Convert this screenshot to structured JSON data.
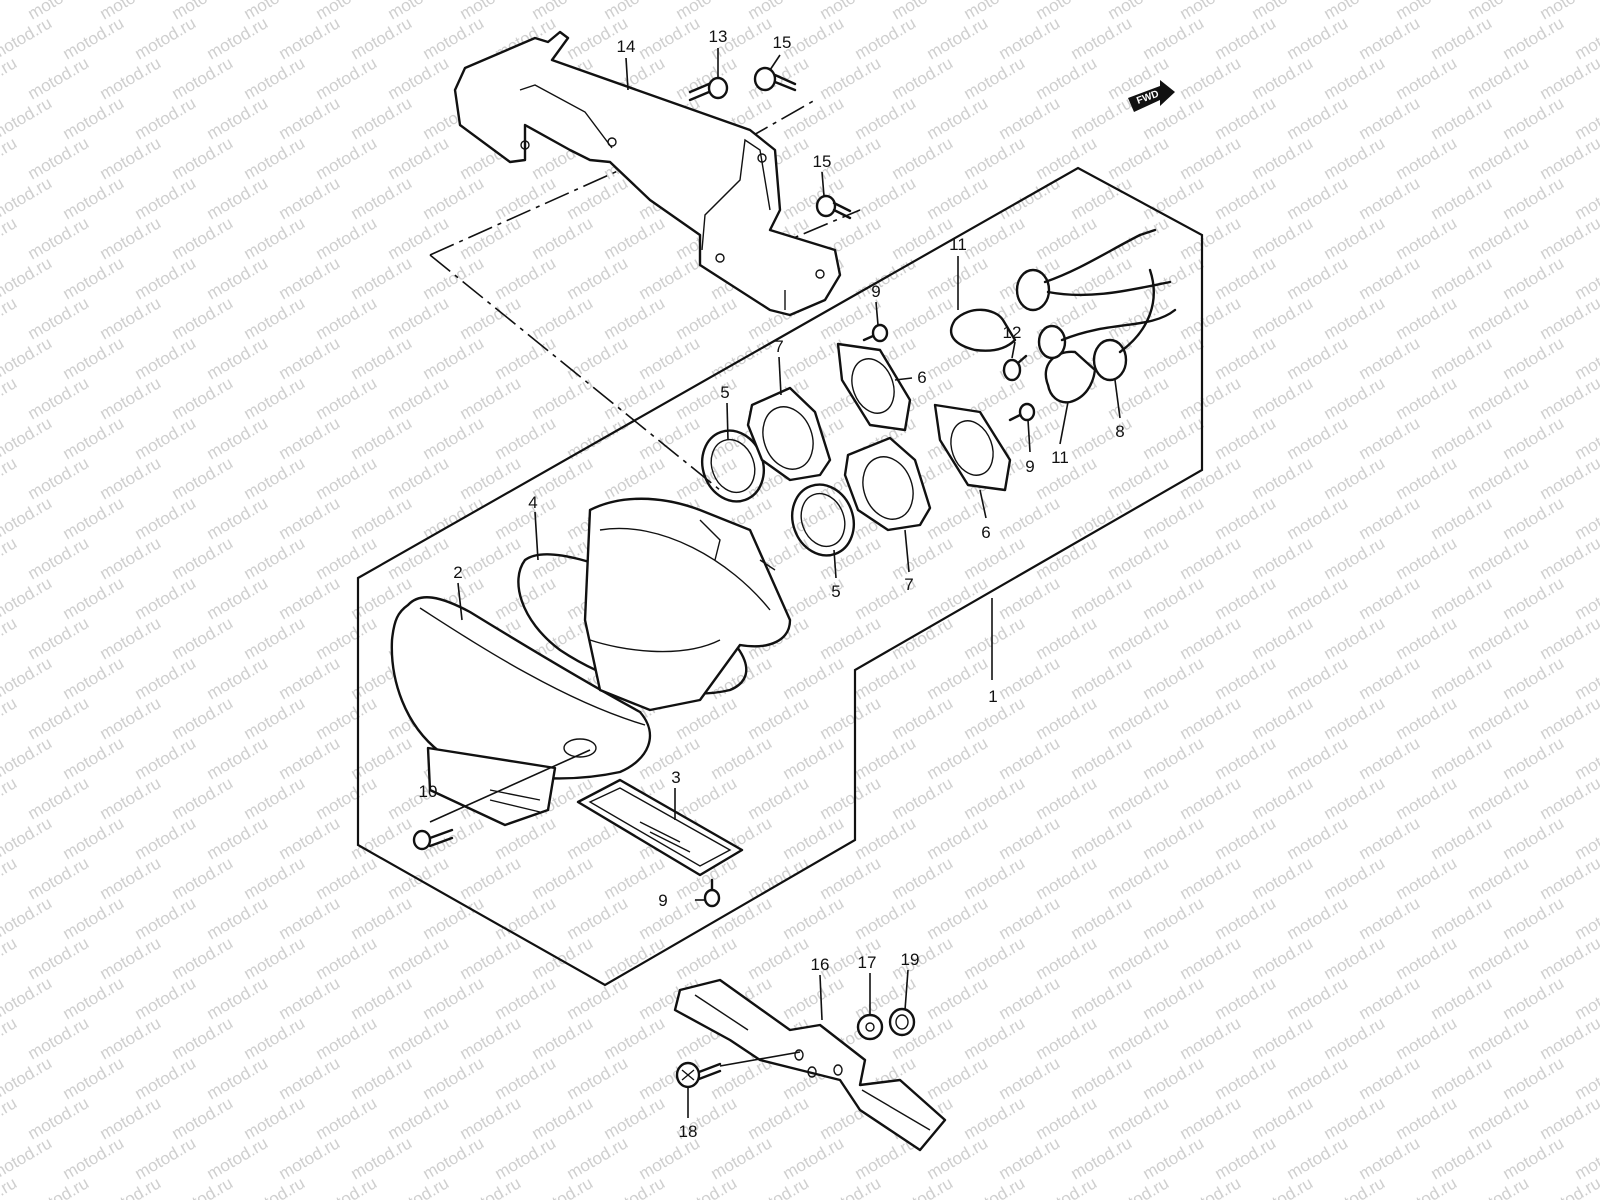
{
  "watermark": "motod.ru",
  "fwd_label": "FWD",
  "callouts": {
    "c1": "1",
    "c2": "2",
    "c3": "3",
    "c4": "4",
    "c5a": "5",
    "c5b": "5",
    "c6a": "6",
    "c6b": "6",
    "c7a": "7",
    "c7b": "7",
    "c8": "8",
    "c9a": "9",
    "c9b": "9",
    "c9c": "9",
    "c10": "10",
    "c11a": "11",
    "c11b": "11",
    "c12": "12",
    "c13": "13",
    "c14": "14",
    "c15a": "15",
    "c15b": "15",
    "c16": "16",
    "c17": "17",
    "c18": "18",
    "c19": "19"
  },
  "colors": {
    "line": "#111111",
    "watermark": "#cfcfcf",
    "background": "#ffffff"
  }
}
